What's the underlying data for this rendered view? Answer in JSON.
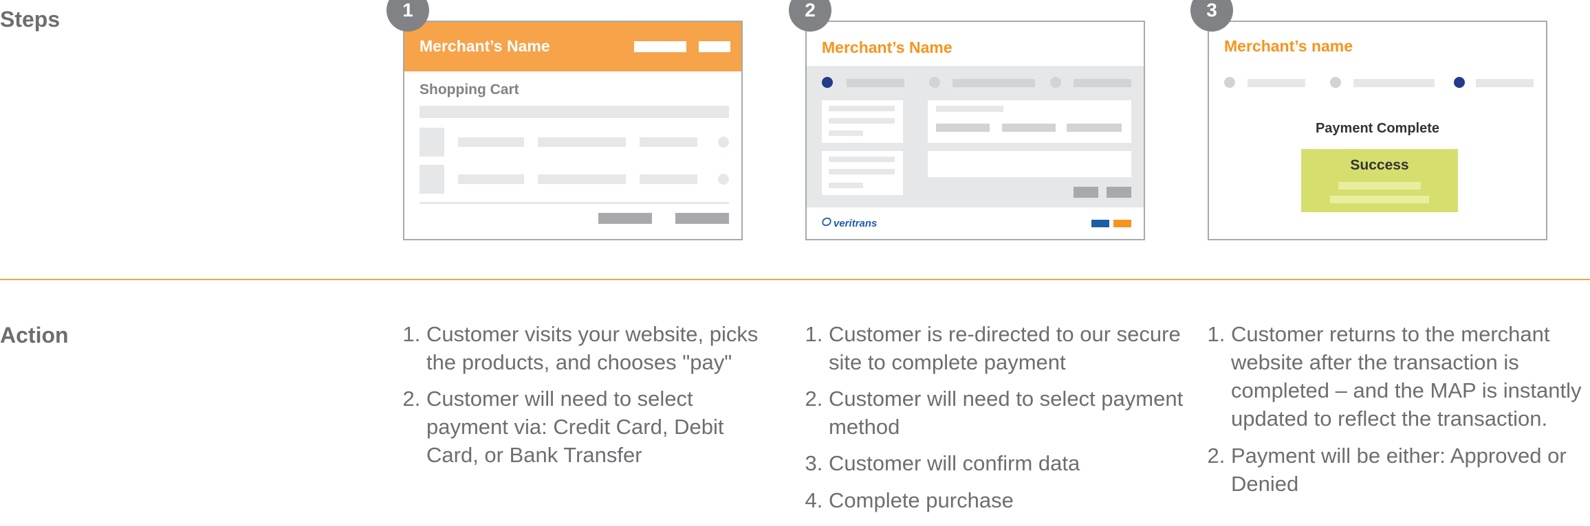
{
  "labels": {
    "steps": "Steps",
    "action": "Action"
  },
  "colors": {
    "accent_orange": "#f6a34a",
    "title_orange": "#f7941d",
    "success_green": "#d6df6e",
    "active_dot_blue": "#243a8a",
    "divider": "#f6a34a"
  },
  "steps": [
    {
      "number": "1",
      "merchant_name": "Merchant’s Name",
      "subtitle": "Shopping Cart"
    },
    {
      "number": "2",
      "merchant_name": "Merchant’s Name",
      "logo_text": "veritrans",
      "logo_icon": "veritrans-logo-icon",
      "active_step": 1
    },
    {
      "number": "3",
      "merchant_name": "Merchant’s name",
      "status_heading": "Payment Complete",
      "success_label": "Success",
      "active_step": 3
    }
  ],
  "actions": [
    [
      "Customer visits your website, picks the products, and chooses \"pay\"",
      "Customer will need to select payment via: Credit Card, Debit Card, or Bank Transfer"
    ],
    [
      "Customer is re-directed to our secure site to complete payment",
      "Customer will need to select payment method",
      "Customer will confirm data",
      "Complete purchase"
    ],
    [
      "Customer returns to the merchant website after the transaction is completed – and the MAP is instantly updated to reflect the transaction.",
      "Payment will be either: Approved or Denied"
    ]
  ]
}
